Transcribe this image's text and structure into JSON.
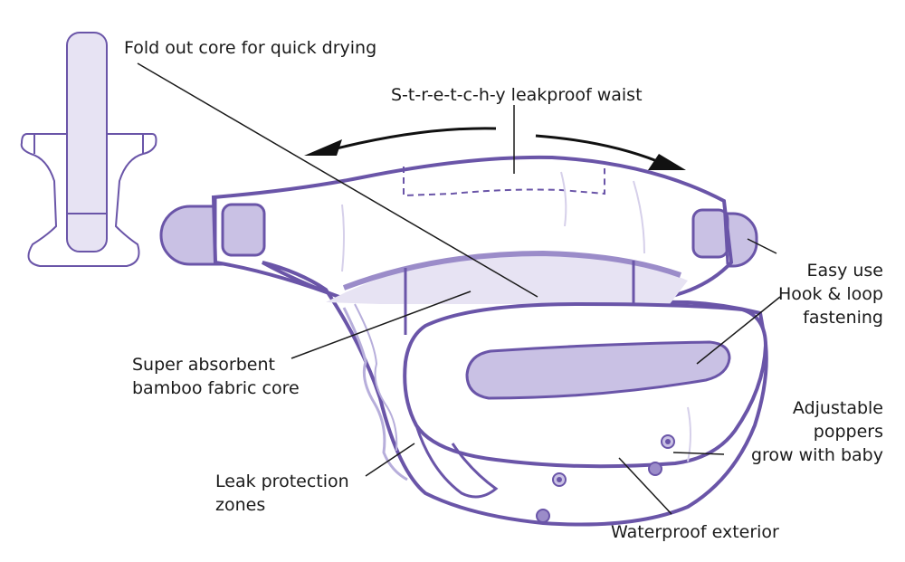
{
  "colors": {
    "outline": "#6a55a8",
    "fill_light": "#e7e3f3",
    "fill_mid": "#c9c1e4",
    "fill_dark": "#9b8cc9",
    "detail": "#b7aedb",
    "leader": "#1a1a1a",
    "text": "#1a1a1a"
  },
  "labels": {
    "fold_out_core": "Fold out core for quick drying",
    "waist": "S-t-r-e-t-c-h-y leakproof waist",
    "fastening": [
      "Easy use",
      "Hook & loop",
      "fastening"
    ],
    "core": [
      "Super absorbent",
      "bamboo fabric core"
    ],
    "poppers": [
      "Adjustable",
      "poppers",
      "grow with baby"
    ],
    "leak": [
      "Leak protection",
      "zones"
    ],
    "exterior": "Waterproof exterior"
  }
}
